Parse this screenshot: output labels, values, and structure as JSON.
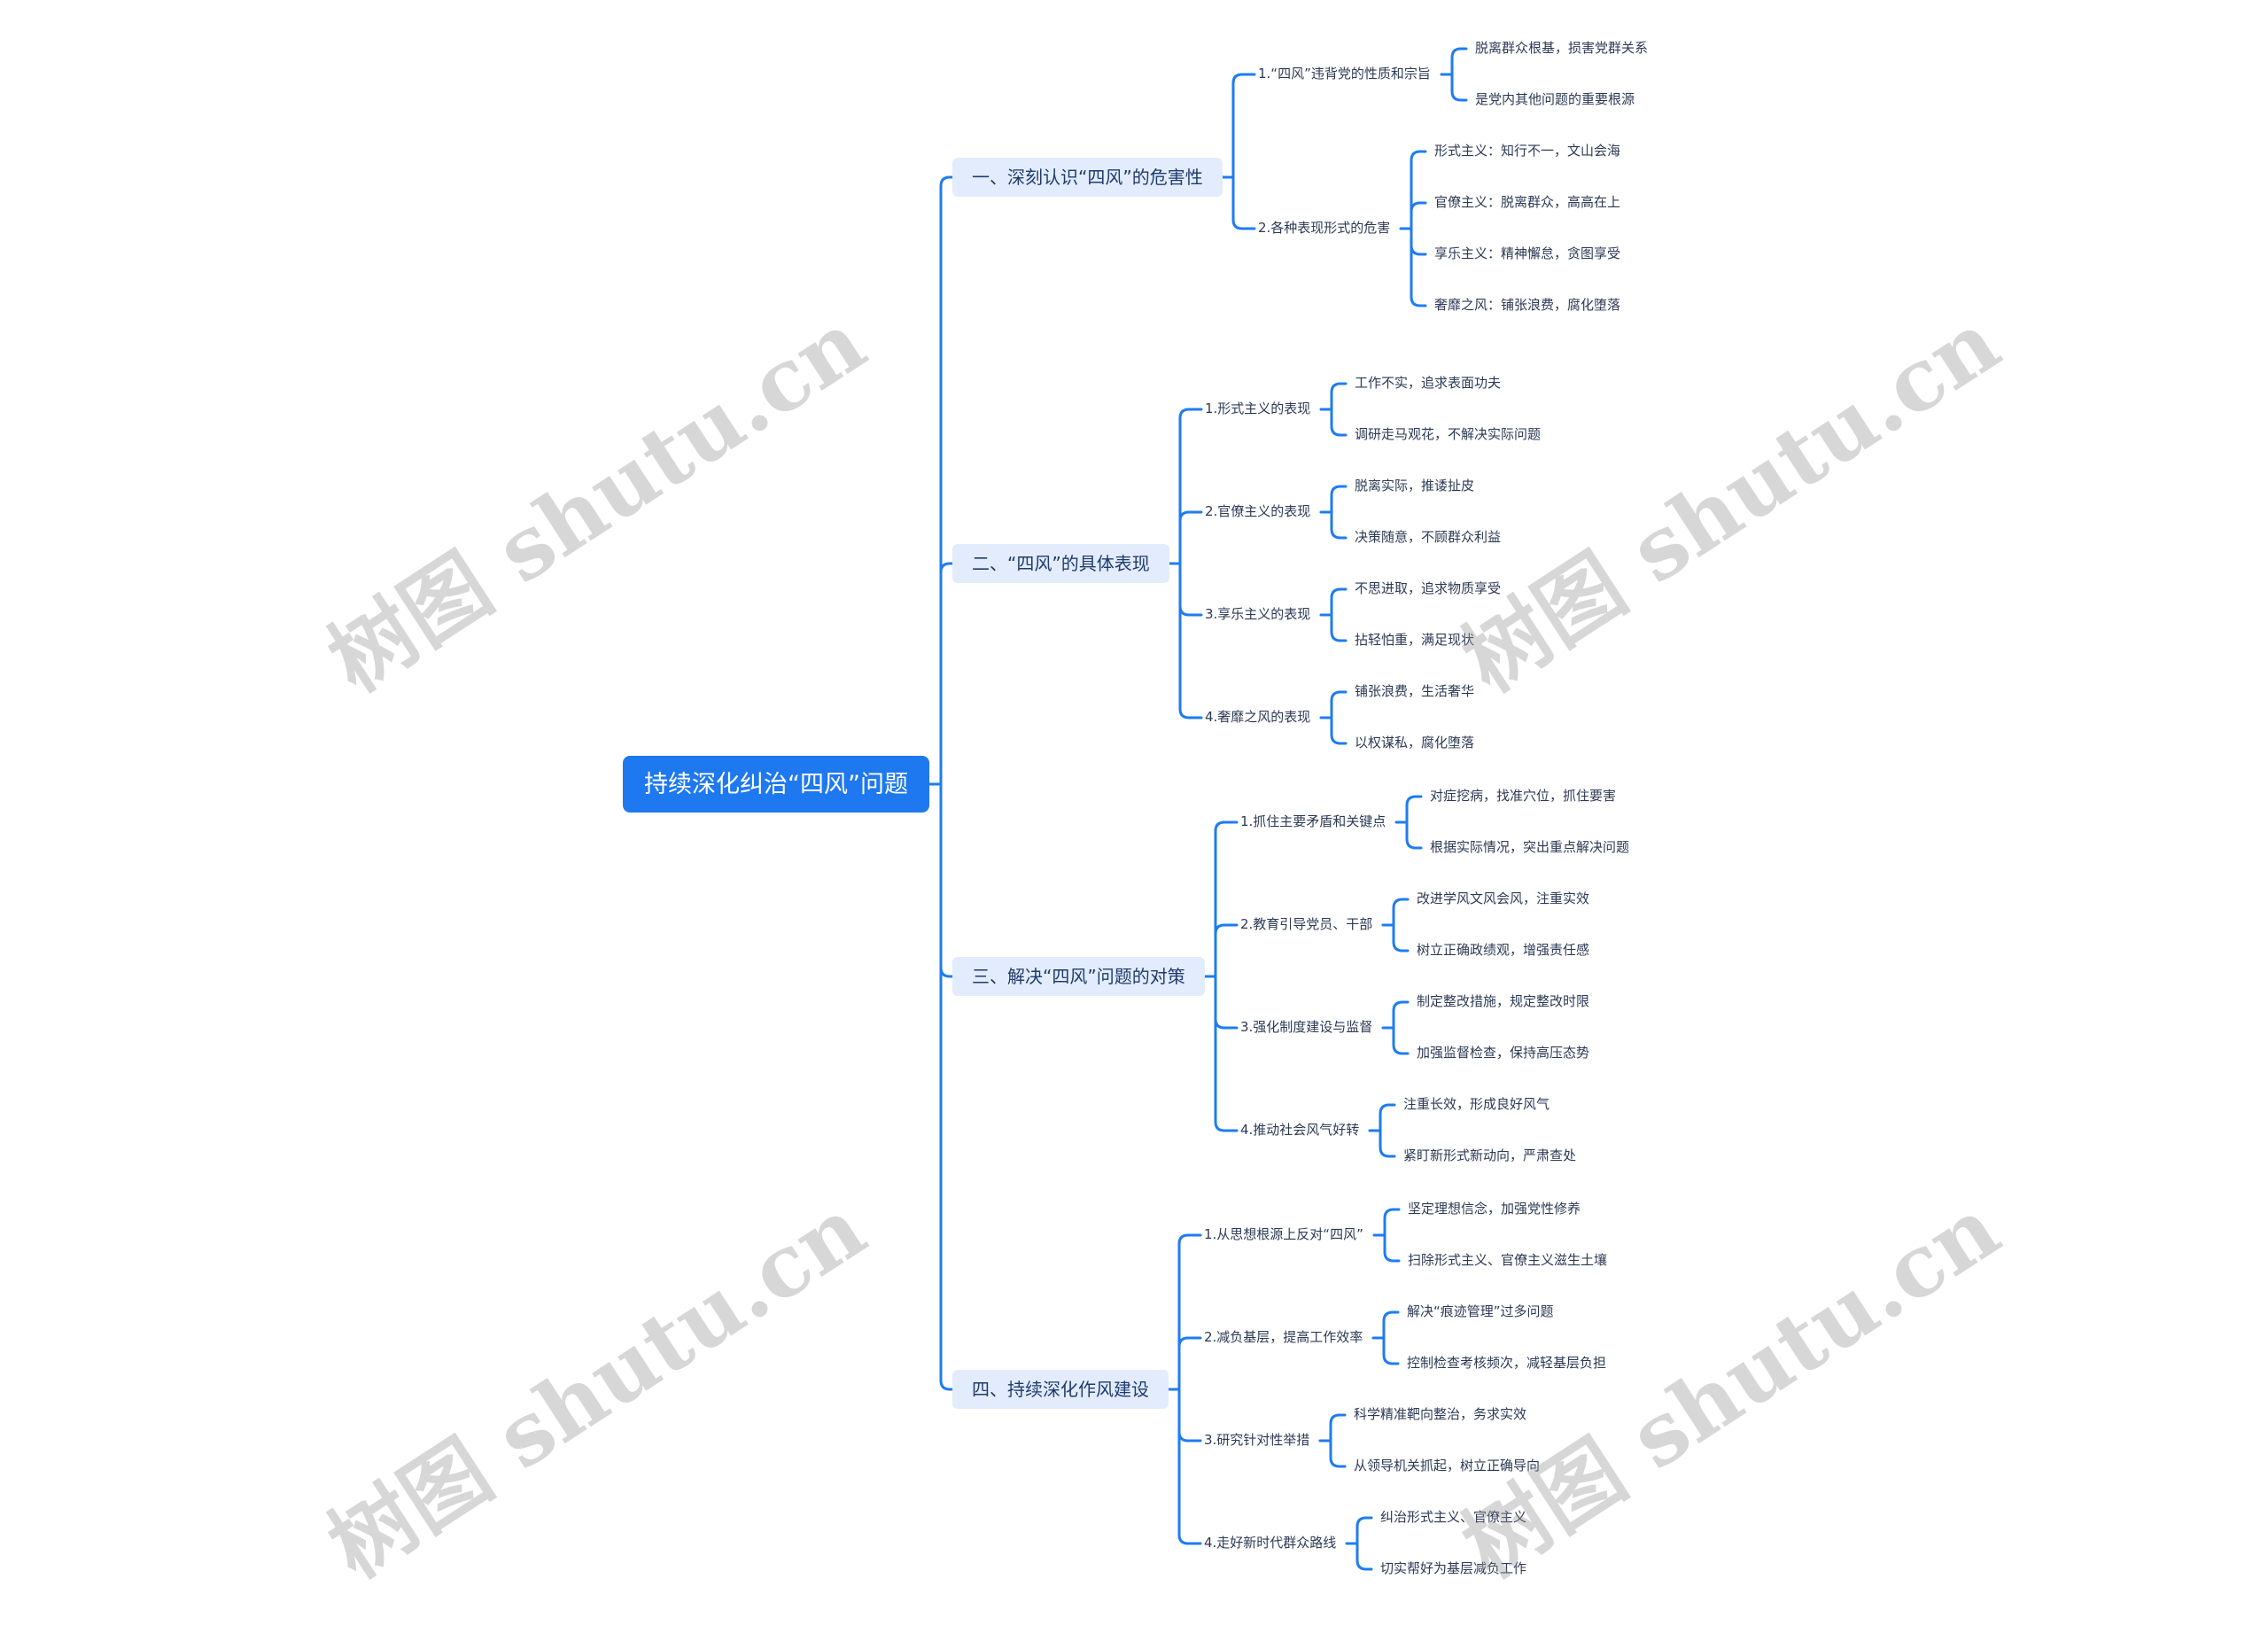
{
  "root": {
    "label": "持续深化纠治“四风”问题"
  },
  "branches": [
    {
      "label": "一、深刻认识“四风”的危害性",
      "subs": [
        {
          "label": "1.“四风”违背党的性质和宗旨",
          "leaves": [
            "脱离群众根基，损害党群关系",
            "是党内其他问题的重要根源"
          ]
        },
        {
          "label": "2.各种表现形式的危害",
          "leaves": [
            "形式主义：知行不一，文山会海",
            "官僚主义：脱离群众，高高在上",
            "享乐主义：精神懈怠，贪图享受",
            "奢靡之风：铺张浪费，腐化堕落"
          ]
        }
      ]
    },
    {
      "label": "二、“四风”的具体表现",
      "subs": [
        {
          "label": "1.形式主义的表现",
          "leaves": [
            "工作不实，追求表面功夫",
            "调研走马观花，不解决实际问题"
          ]
        },
        {
          "label": "2.官僚主义的表现",
          "leaves": [
            "脱离实际，推诿扯皮",
            "决策随意，不顾群众利益"
          ]
        },
        {
          "label": "3.享乐主义的表现",
          "leaves": [
            "不思进取，追求物质享受",
            "拈轻怕重，满足现状"
          ]
        },
        {
          "label": "4.奢靡之风的表现",
          "leaves": [
            "铺张浪费，生活奢华",
            "以权谋私，腐化堕落"
          ]
        }
      ]
    },
    {
      "label": "三、解决“四风”问题的对策",
      "subs": [
        {
          "label": "1.抓住主要矛盾和关键点",
          "leaves": [
            "对症挖病，找准穴位，抓住要害",
            "根据实际情况，突出重点解决问题"
          ]
        },
        {
          "label": "2.教育引导党员、干部",
          "leaves": [
            "改进学风文风会风，注重实效",
            "树立正确政绩观，增强责任感"
          ]
        },
        {
          "label": "3.强化制度建设与监督",
          "leaves": [
            "制定整改措施，规定整改时限",
            "加强监督检查，保持高压态势"
          ]
        },
        {
          "label": "4.推动社会风气好转",
          "leaves": [
            "注重长效，形成良好风气",
            "紧盯新形式新动向，严肃查处"
          ]
        }
      ]
    },
    {
      "label": "四、持续深化作风建设",
      "subs": [
        {
          "label": "1.从思想根源上反对“四风”",
          "leaves": [
            "坚定理想信念，加强党性修养",
            "扫除形式主义、官僚主义滋生土壤"
          ]
        },
        {
          "label": "2.减负基层，提高工作效率",
          "leaves": [
            "解决“痕迹管理”过多问题",
            "控制检查考核频次，减轻基层负担"
          ]
        },
        {
          "label": "3.研究针对性举措",
          "leaves": [
            "科学精准靶向整治，务求实效",
            "从领导机关抓起，树立正确导向"
          ]
        },
        {
          "label": "4.走好新时代群众路线",
          "leaves": [
            "纠治形式主义、官僚主义",
            "切实帮好为基层减负工作"
          ]
        }
      ]
    }
  ],
  "watermark": "树图 shutu.cn",
  "colors": {
    "accent": "#1e78ef",
    "branch_bg": "#e3ecfc",
    "line": "#1f7cf0"
  }
}
